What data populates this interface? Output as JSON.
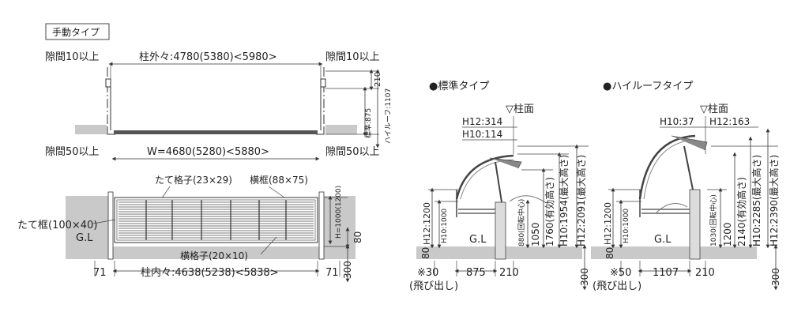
{
  "manual_type_label": "手動タイプ",
  "left": {
    "gap_top_left": "隙間10以上",
    "gap_top_right": "隙間10以上",
    "post_outer": "柱外々:4780(5380)<5980>",
    "gap_bottom_left": "隙間50以上",
    "gap_bottom_right": "隙間50以上",
    "width": "W=4680(5280)<5880>",
    "dim_210": "210",
    "dim_standard": "標準:875",
    "dim_highroof": "ハイルーフ:1107",
    "vertical_grid": "たて格子(23×29)",
    "horizontal_frame": "横框(88×75)",
    "vertical_frame": "たて框(100×40)",
    "gl": "G.L",
    "h_dim": "H=1000(1200)",
    "dim_80": "80",
    "dim_300": "300",
    "horizontal_grid": "横格子(20×10)",
    "dim_71_left": "71",
    "dim_71_right": "71",
    "post_inner": "柱内々:4638(5238)<5838>"
  },
  "standard": {
    "title": "●標準タイプ",
    "post_face": "▽柱面",
    "h12_top": "H12:314",
    "h10_top": "H10:114",
    "h12_1200": "H12:1200",
    "h10_1000": "H10:1000",
    "center_880": "880(回転中心)",
    "dim_1050": "1050",
    "dim_1760": "1760(有効高さ)",
    "h10_max": "H10:1954(最大高さ)",
    "h12_max": "H12:2091(最大高さ)",
    "gl": "G.L",
    "dim_80": "80",
    "dim_300": "300",
    "note_30": "※30",
    "dim_875": "875",
    "dim_210": "210",
    "protrusion": "(飛び出し)"
  },
  "highroof": {
    "title": "●ハイルーフタイプ",
    "post_face": "▽柱面",
    "h10_top": "H10:37",
    "h12_top": "H12:163",
    "h12_1200": "H12:1200",
    "h10_1000": "H10:1000",
    "center_1030": "1030(回転中心)",
    "dim_1200": "1200",
    "dim_2140": "2140(有効高さ)",
    "h10_max": "H10:2285(最大高さ)",
    "h12_max": "H12:2390(最大高さ)",
    "gl": "G.L",
    "dim_80": "80",
    "dim_300": "300",
    "note_50": "※50",
    "dim_1107": "1107",
    "dim_210": "210",
    "protrusion": "(飛び出し)"
  }
}
